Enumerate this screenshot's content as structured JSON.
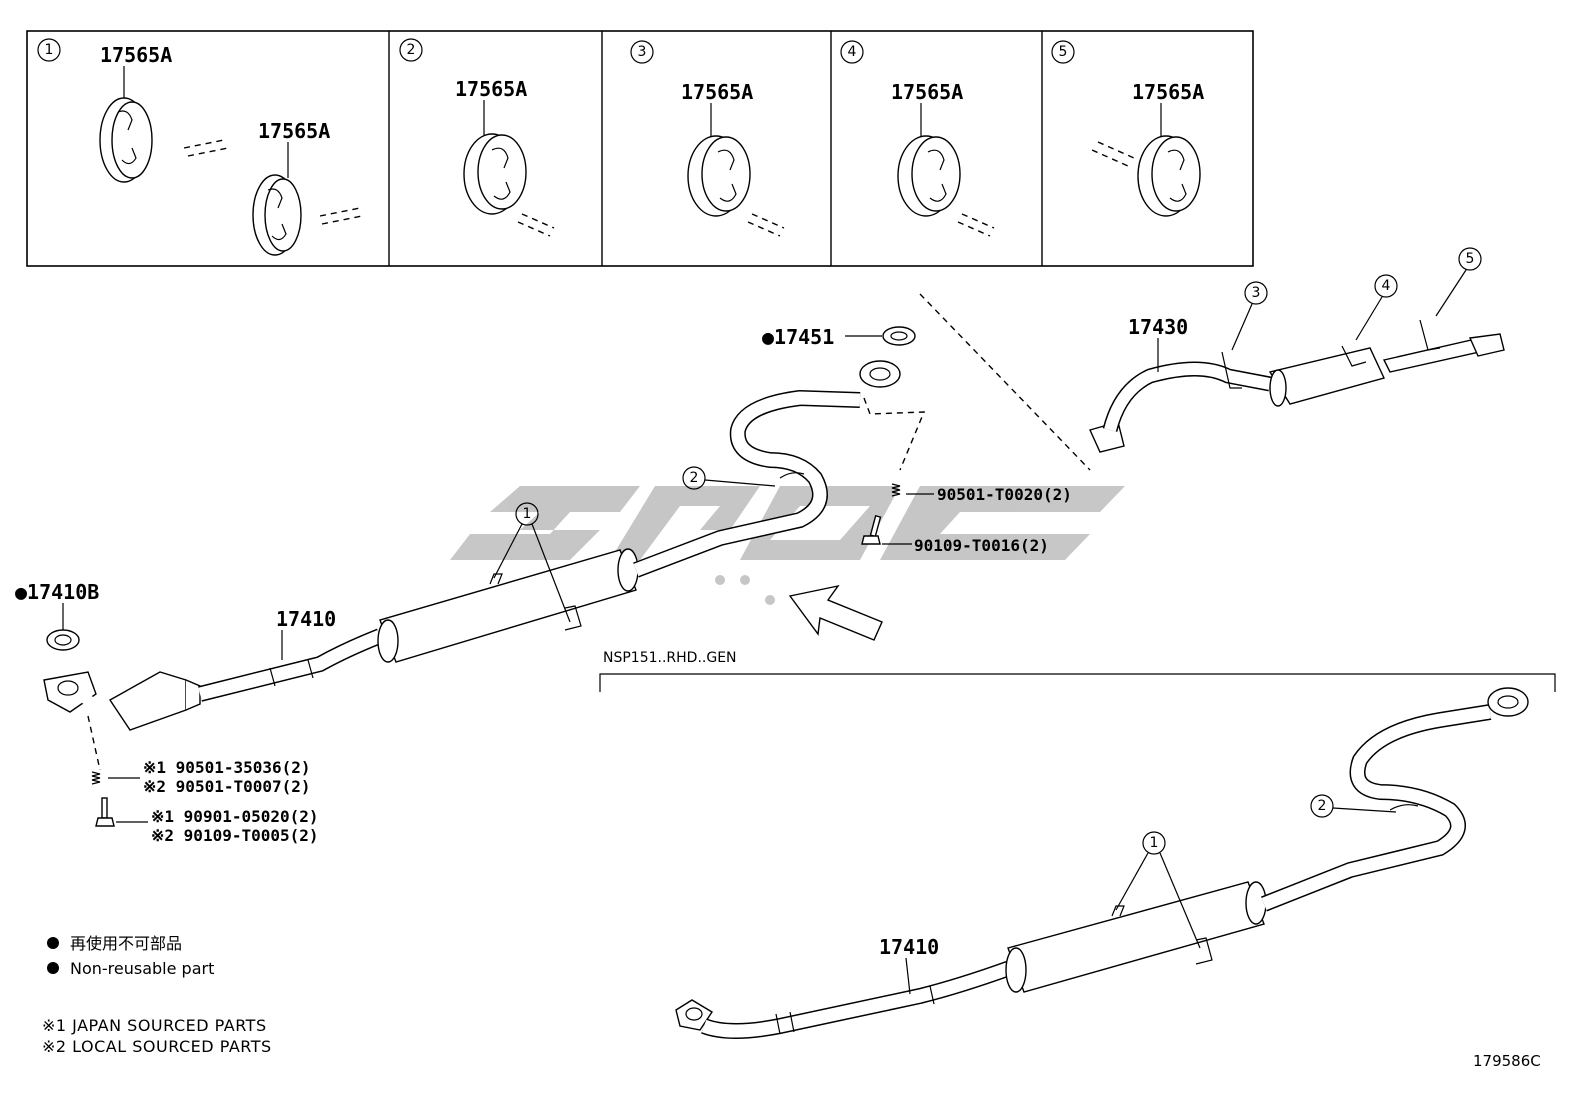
{
  "hanger_panels": [
    {
      "num": "1",
      "parts": [
        "17565A",
        "17565A"
      ]
    },
    {
      "num": "2",
      "parts": [
        "17565A"
      ]
    },
    {
      "num": "3",
      "parts": [
        "17565A"
      ]
    },
    {
      "num": "4",
      "parts": [
        "17565A"
      ]
    },
    {
      "num": "5",
      "parts": [
        "17565A"
      ]
    }
  ],
  "main": {
    "gasket_front": "●17410B",
    "front_pipe": "17410",
    "gasket_center": "●17451",
    "tail_pipe": "17430",
    "front_spring_j": "※1 90501-35036(2)",
    "front_spring_l": "※2 90501-T0007(2)",
    "front_bolt_j": "※1 90901-05020(2)",
    "front_bolt_l": "※2 90109-T0005(2)",
    "center_spring": "90501-T0020(2)",
    "center_bolt": "90109-T0016(2)",
    "callouts": [
      "1",
      "2",
      "3",
      "4",
      "5"
    ]
  },
  "variant": {
    "label": "NSP151..RHD..GEN",
    "front_pipe": "17410",
    "callouts": [
      "1",
      "2"
    ]
  },
  "legend": {
    "nonreusable_jp": "再使用不可部品",
    "nonreusable_en": "Non-reusable part",
    "note1": "※1  JAPAN SOURCED PARTS",
    "note2": "※2  LOCAL SOURCED PARTS"
  },
  "diagram_code": "179586C"
}
